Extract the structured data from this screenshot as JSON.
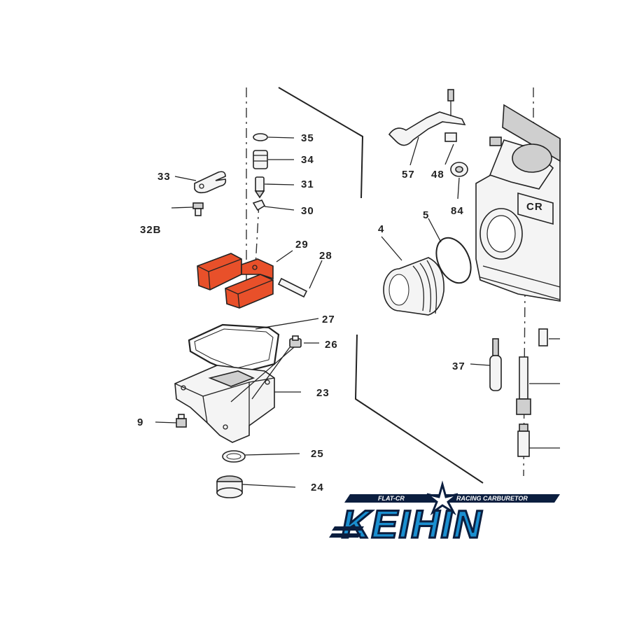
{
  "labels": {
    "p35": "35",
    "p34": "34",
    "p33": "33",
    "p31": "31",
    "p30": "30",
    "p32b": "32B",
    "p29": "29",
    "p28": "28",
    "p27": "27",
    "p26": "26",
    "p23": "23",
    "p9": "9",
    "p25": "25",
    "p24": "24",
    "p57": "57",
    "p48": "48",
    "p84": "84",
    "p4": "4",
    "p5": "5",
    "p37": "37"
  },
  "logo": {
    "line_left": "FLAT-CR",
    "line_right": "RACING CARBURETOR",
    "brand": "KEIHIN"
  },
  "colors": {
    "highlight": "#e8502a",
    "logo_blue": "#1a8fd0",
    "logo_navy": "#0b1e3f"
  }
}
